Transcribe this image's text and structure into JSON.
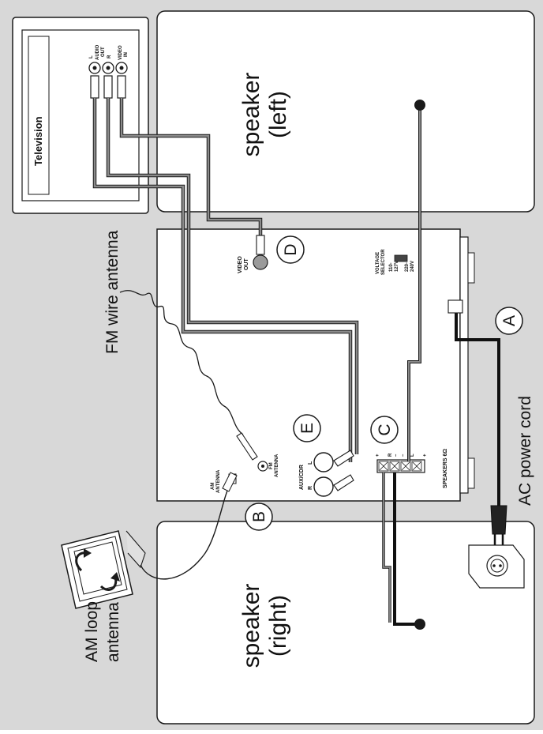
{
  "colors": {
    "background": "#d8d8d8",
    "panel": "#ffffff",
    "outline": "#1a1a1a",
    "cable_grey": "#8a8a8a",
    "cable_black": "#111111"
  },
  "labels": {
    "speaker_left_line1": "speaker",
    "speaker_left_line2": "(left)",
    "speaker_right_line1": "speaker",
    "speaker_right_line2": "(right)",
    "fm_antenna": "FM wire antenna",
    "am_antenna_line1": "AM loop",
    "am_antenna_line2": "antenna",
    "ac_power_cord": "AC power cord",
    "television": "Television"
  },
  "panel_labels": {
    "video_out_line1": "VIDEO",
    "video_out_line2": "OUT",
    "voltage_selector_line1": "VOLTAGE",
    "voltage_selector_line2": "SELECTOR",
    "voltage_110": "110-",
    "voltage_127": "127V",
    "voltage_220": "220-",
    "voltage_240": "240V",
    "fm_antenna_jack_line1": "FM",
    "fm_antenna_jack_line2": "ANTENNA",
    "am_antenna_jack_line1": "AM",
    "am_antenna_jack_line2": "ANTENNA",
    "aux_cdr": "AUX/CDR",
    "aux_l": "L",
    "aux_r": "R",
    "speakers": "SPEAKERS 6Ω",
    "spk_plus_top": "+",
    "spk_r": "R",
    "spk_minus1": "–",
    "spk_minus2": "–",
    "spk_l": "L",
    "spk_plus_bottom": "+",
    "tv_audio_out_line1": "AUDIO",
    "tv_audio_out_line2": "OUT",
    "tv_l": "L",
    "tv_r": "R",
    "tv_video_in_line1": "VIDEO",
    "tv_video_in_line2": "IN"
  },
  "callouts": {
    "a": "A",
    "b": "B",
    "c": "C",
    "d": "D",
    "e": "E"
  }
}
